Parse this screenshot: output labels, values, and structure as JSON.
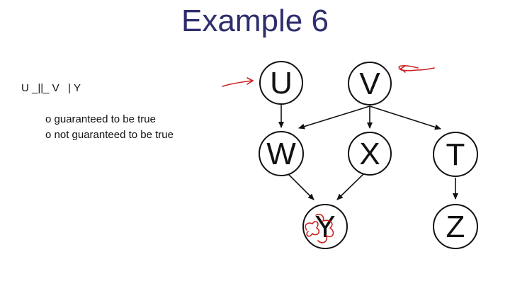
{
  "slide": {
    "title": "Example 6",
    "statement": "U _||_ V   | Y",
    "options": [
      "o guaranteed to be true",
      "o not guaranteed to be true"
    ]
  },
  "graph": {
    "nodes": {
      "U": "U",
      "V": "V",
      "W": "W",
      "X": "X",
      "T": "T",
      "Y": "Y",
      "Z": "Z"
    },
    "edges": [
      [
        "U",
        "W"
      ],
      [
        "V",
        "W"
      ],
      [
        "V",
        "X"
      ],
      [
        "V",
        "T"
      ],
      [
        "W",
        "Y"
      ],
      [
        "X",
        "Y"
      ],
      [
        "T",
        "Z"
      ]
    ],
    "annotation_color": "#cc2222"
  }
}
